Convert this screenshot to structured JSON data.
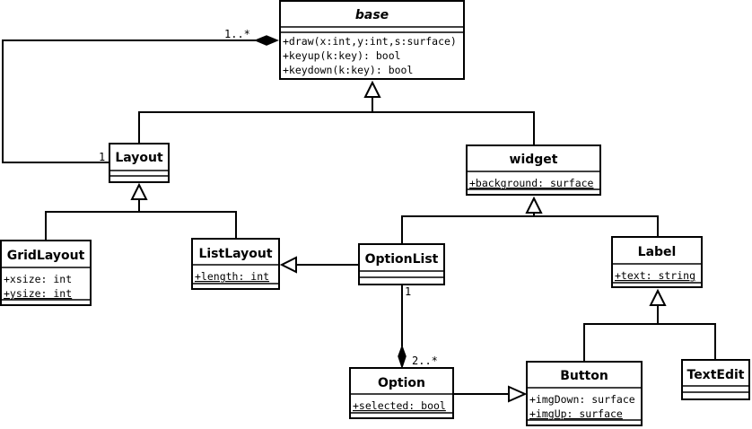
{
  "classes": {
    "base": {
      "name": "base",
      "methods": [
        "+draw(x:int,y:int,s:surface)",
        "+keyup(k:key): bool",
        "+keydown(k:key): bool"
      ]
    },
    "layout": {
      "name": "Layout"
    },
    "widget": {
      "name": "widget",
      "attrs": [
        "+background: surface"
      ]
    },
    "gridlayout": {
      "name": "GridLayout",
      "attrs": [
        "+xsize: int",
        "+ysize: int"
      ]
    },
    "listlayout": {
      "name": "ListLayout",
      "attrs": [
        "+length: int"
      ]
    },
    "optionlist": {
      "name": "OptionList"
    },
    "label": {
      "name": "Label",
      "attrs": [
        "+text: string"
      ]
    },
    "option": {
      "name": "Option",
      "attrs": [
        "+selected: bool"
      ]
    },
    "button": {
      "name": "Button",
      "attrs": [
        "+imgDown: surface",
        "+imgUp: surface"
      ]
    },
    "textedit": {
      "name": "TextEdit"
    }
  },
  "multiplicities": {
    "layout_base_far": "1..*",
    "layout_base_near": "1",
    "optionlist_near": "1",
    "option_far": "2..*"
  }
}
